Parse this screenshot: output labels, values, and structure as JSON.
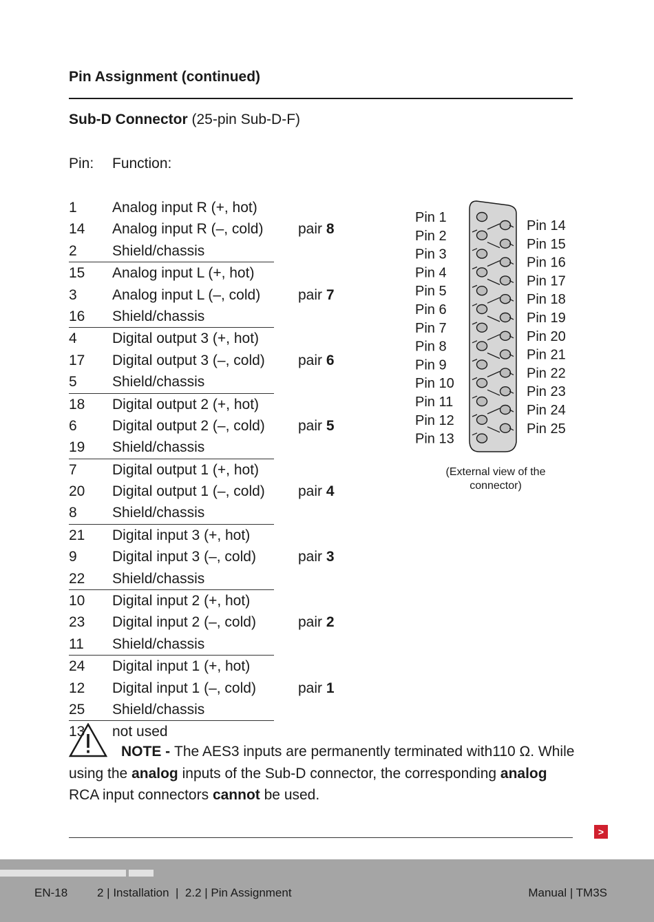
{
  "header": {
    "section_title": "Pin Assignment (continued)",
    "connector_bold": "Sub-D Connector",
    "connector_rest": " (25-pin Sub-D-F)",
    "pin_label": "Pin:",
    "function_label": "Function:"
  },
  "pin_groups": [
    {
      "rows": [
        {
          "pin": "1",
          "func": "Analog input R (+, hot)"
        },
        {
          "pin": "14",
          "func": "Analog input R (–, cold)"
        },
        {
          "pin": "2",
          "func": "Shield/chassis"
        }
      ],
      "pair_label": "pair ",
      "pair_num": "8"
    },
    {
      "rows": [
        {
          "pin": "15",
          "func": "Analog input L (+, hot)"
        },
        {
          "pin": "3",
          "func": "Analog input L (–, cold)"
        },
        {
          "pin": "16",
          "func": "Shield/chassis"
        }
      ],
      "pair_label": "pair ",
      "pair_num": "7"
    },
    {
      "rows": [
        {
          "pin": "4",
          "func": "Digital output 3 (+, hot)"
        },
        {
          "pin": "17",
          "func": "Digital output 3 (–, cold)"
        },
        {
          "pin": "5",
          "func": "Shield/chassis"
        }
      ],
      "pair_label": "pair ",
      "pair_num": "6"
    },
    {
      "rows": [
        {
          "pin": "18",
          "func": "Digital output 2 (+, hot)"
        },
        {
          "pin": "6",
          "func": "Digital output 2 (–, cold)"
        },
        {
          "pin": "19",
          "func": "Shield/chassis"
        }
      ],
      "pair_label": "pair ",
      "pair_num": "5"
    },
    {
      "rows": [
        {
          "pin": "7",
          "func": "Digital output 1 (+, hot)"
        },
        {
          "pin": "20",
          "func": "Digital output 1 (–, cold)"
        },
        {
          "pin": "8",
          "func": "Shield/chassis"
        }
      ],
      "pair_label": "pair ",
      "pair_num": "4"
    },
    {
      "rows": [
        {
          "pin": "21",
          "func": "Digital input 3 (+, hot)"
        },
        {
          "pin": "9",
          "func": "Digital input 3 (–, cold)"
        },
        {
          "pin": "22",
          "func": "Shield/chassis"
        }
      ],
      "pair_label": "pair ",
      "pair_num": "3"
    },
    {
      "rows": [
        {
          "pin": "10",
          "func": "Digital input 2 (+, hot)"
        },
        {
          "pin": "23",
          "func": "Digital input 2 (–, cold)"
        },
        {
          "pin": "11",
          "func": "Shield/chassis"
        }
      ],
      "pair_label": "pair ",
      "pair_num": "2"
    },
    {
      "rows": [
        {
          "pin": "24",
          "func": "Digital input 1 (+, hot)"
        },
        {
          "pin": "12",
          "func": "Digital input 1 (–, cold)"
        },
        {
          "pin": "25",
          "func": "Shield/chassis"
        }
      ],
      "pair_label": "pair ",
      "pair_num": "1"
    },
    {
      "rows": [
        {
          "pin": "13",
          "func": "not used"
        }
      ],
      "pair_label": "",
      "pair_num": ""
    }
  ],
  "diagram": {
    "left_labels": [
      "Pin 1",
      "Pin 2",
      "Pin 3",
      "Pin 4",
      "Pin 5",
      "Pin 6",
      "Pin 7",
      "Pin 8",
      "Pin 9",
      "Pin 10",
      "Pin 11",
      "Pin 12",
      "Pin 13"
    ],
    "right_labels": [
      "Pin 14",
      "Pin 15",
      "Pin 16",
      "Pin 17",
      "Pin 18",
      "Pin 19",
      "Pin 20",
      "Pin 21",
      "Pin 22",
      "Pin 23",
      "Pin 24",
      "Pin 25"
    ],
    "caption_line1": "(External view of the",
    "caption_line2": "connector)"
  },
  "note": {
    "icon": "warning-icon",
    "label": "NOTE - ",
    "t1": "The AES3 inputs are permanently terminated with110 Ω. While using the ",
    "b1": "analog",
    "t2": " inputs of the Sub-D connector, the corresponding ",
    "b2": "analog",
    "t3": " RCA input connectors ",
    "b3": "cannot",
    "t4": " be used."
  },
  "footer": {
    "page": "EN-18",
    "crumb": "2 | Installation  |  2.2 | Pin Assignment",
    "manual": "Manual | TM3S",
    "next_symbol": ">"
  },
  "colors": {
    "accent": "#d0202e",
    "footer_bg": "#a5a5a5",
    "connector_fill": "#d6d6d6",
    "pin_fill": "#bdbdbd"
  }
}
